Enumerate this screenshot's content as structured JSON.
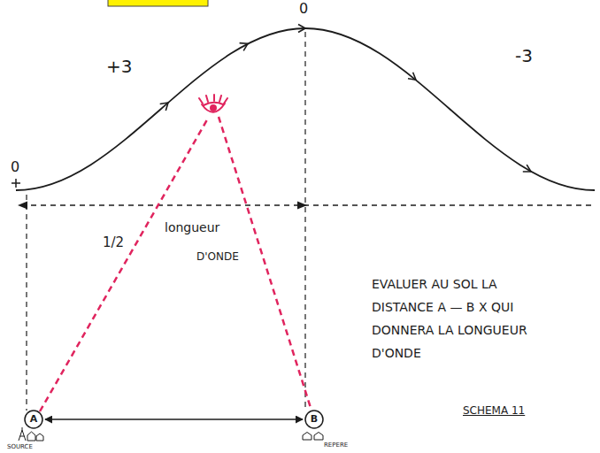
{
  "diagram": {
    "nodes": [
      {
        "text": [
          "A"
        ]
      },
      {
        "text": [
          "B"
        ]
      }
    ],
    "edges": [
      {
        "from": 0,
        "to": 1,
        "arrow": "both"
      }
    ],
    "labels": [
      "0",
      "+3",
      "0",
      "-3",
      "1/2",
      "longueur",
      "D'ONDE",
      "EVALUER AU SOL LA DISTANCE A — B X QUI DONNERA LA LONGUEUR D'ONDE",
      "SCHEMA 11",
      "SOURCE",
      "REPERE"
    ]
  }
}
